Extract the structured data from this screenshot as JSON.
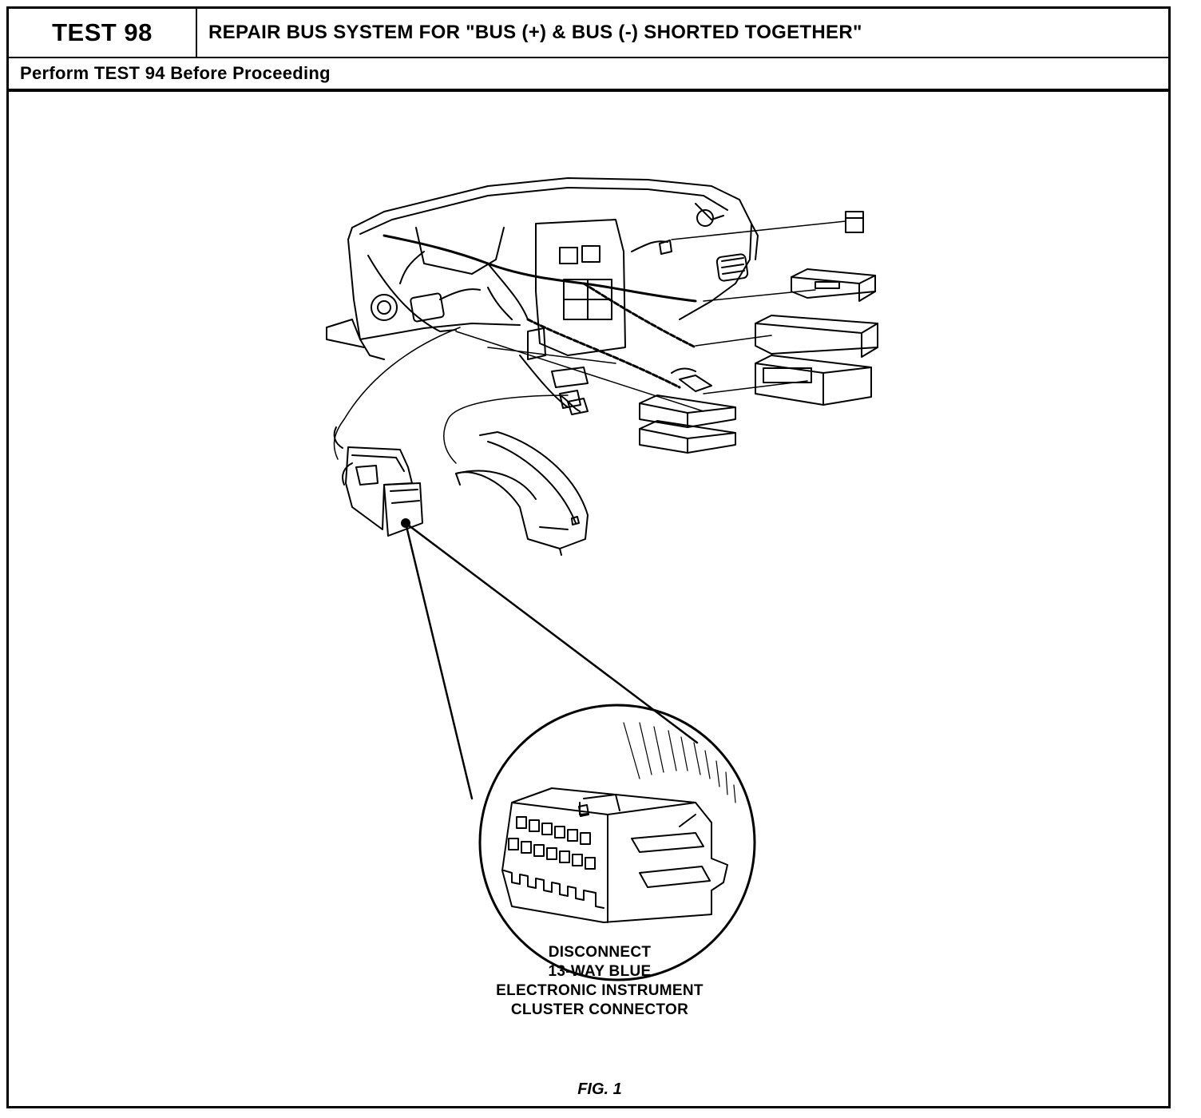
{
  "header": {
    "test_label": "TEST 98",
    "title": "REPAIR BUS SYSTEM FOR \"BUS (+) & BUS (-) SHORTED TOGETHER\"",
    "subtitle": "Perform TEST 94 Before Proceeding"
  },
  "figure": {
    "callout_lines": [
      "DISCONNECT",
      "13-WAY BLUE",
      "ELECTRONIC INSTRUMENT",
      "CLUSTER CONNECTOR"
    ],
    "caption": "FIG. 1"
  }
}
